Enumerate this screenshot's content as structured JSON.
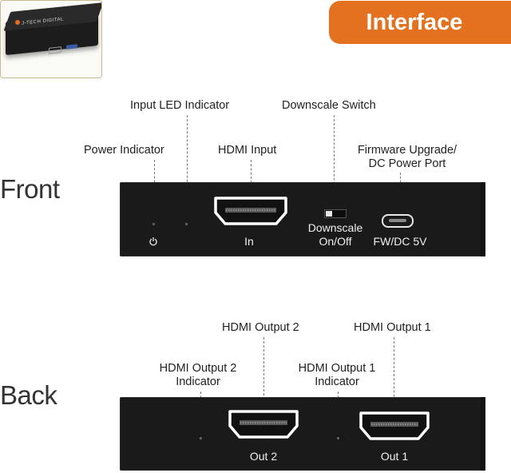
{
  "header": {
    "title": "Interface"
  },
  "thumbnail": {
    "logo_text": "J-TECH DIGITAL"
  },
  "front": {
    "section_label": "Front",
    "callouts": {
      "power_indicator": "Power Indicator",
      "input_led": "Input LED Indicator",
      "hdmi_input": "HDMI Input",
      "downscale_switch": "Downscale Switch",
      "firmware_line1": "Firmware Upgrade/",
      "firmware_line2": "DC Power Port"
    },
    "port_labels": {
      "in": "In",
      "downscale_line1": "Downscale",
      "downscale_line2": "On/Off",
      "fw_dc": "FW/DC 5V"
    }
  },
  "back": {
    "section_label": "Back",
    "callouts": {
      "hdmi_output_2": "HDMI Output 2",
      "hdmi_output_1": "HDMI Output 1",
      "out2_indicator_line1": "HDMI Output 2",
      "out2_indicator_line2": "Indicator",
      "out1_indicator_line1": "HDMI Output 1",
      "out1_indicator_line2": "Indicator"
    },
    "port_labels": {
      "out2": "Out  2",
      "out1": "Out  1"
    }
  },
  "colors": {
    "accent": "#e4711f",
    "panel": "#1a1a1a",
    "port_outline": "#ffffff"
  },
  "icons": {
    "power": "power-icon"
  }
}
